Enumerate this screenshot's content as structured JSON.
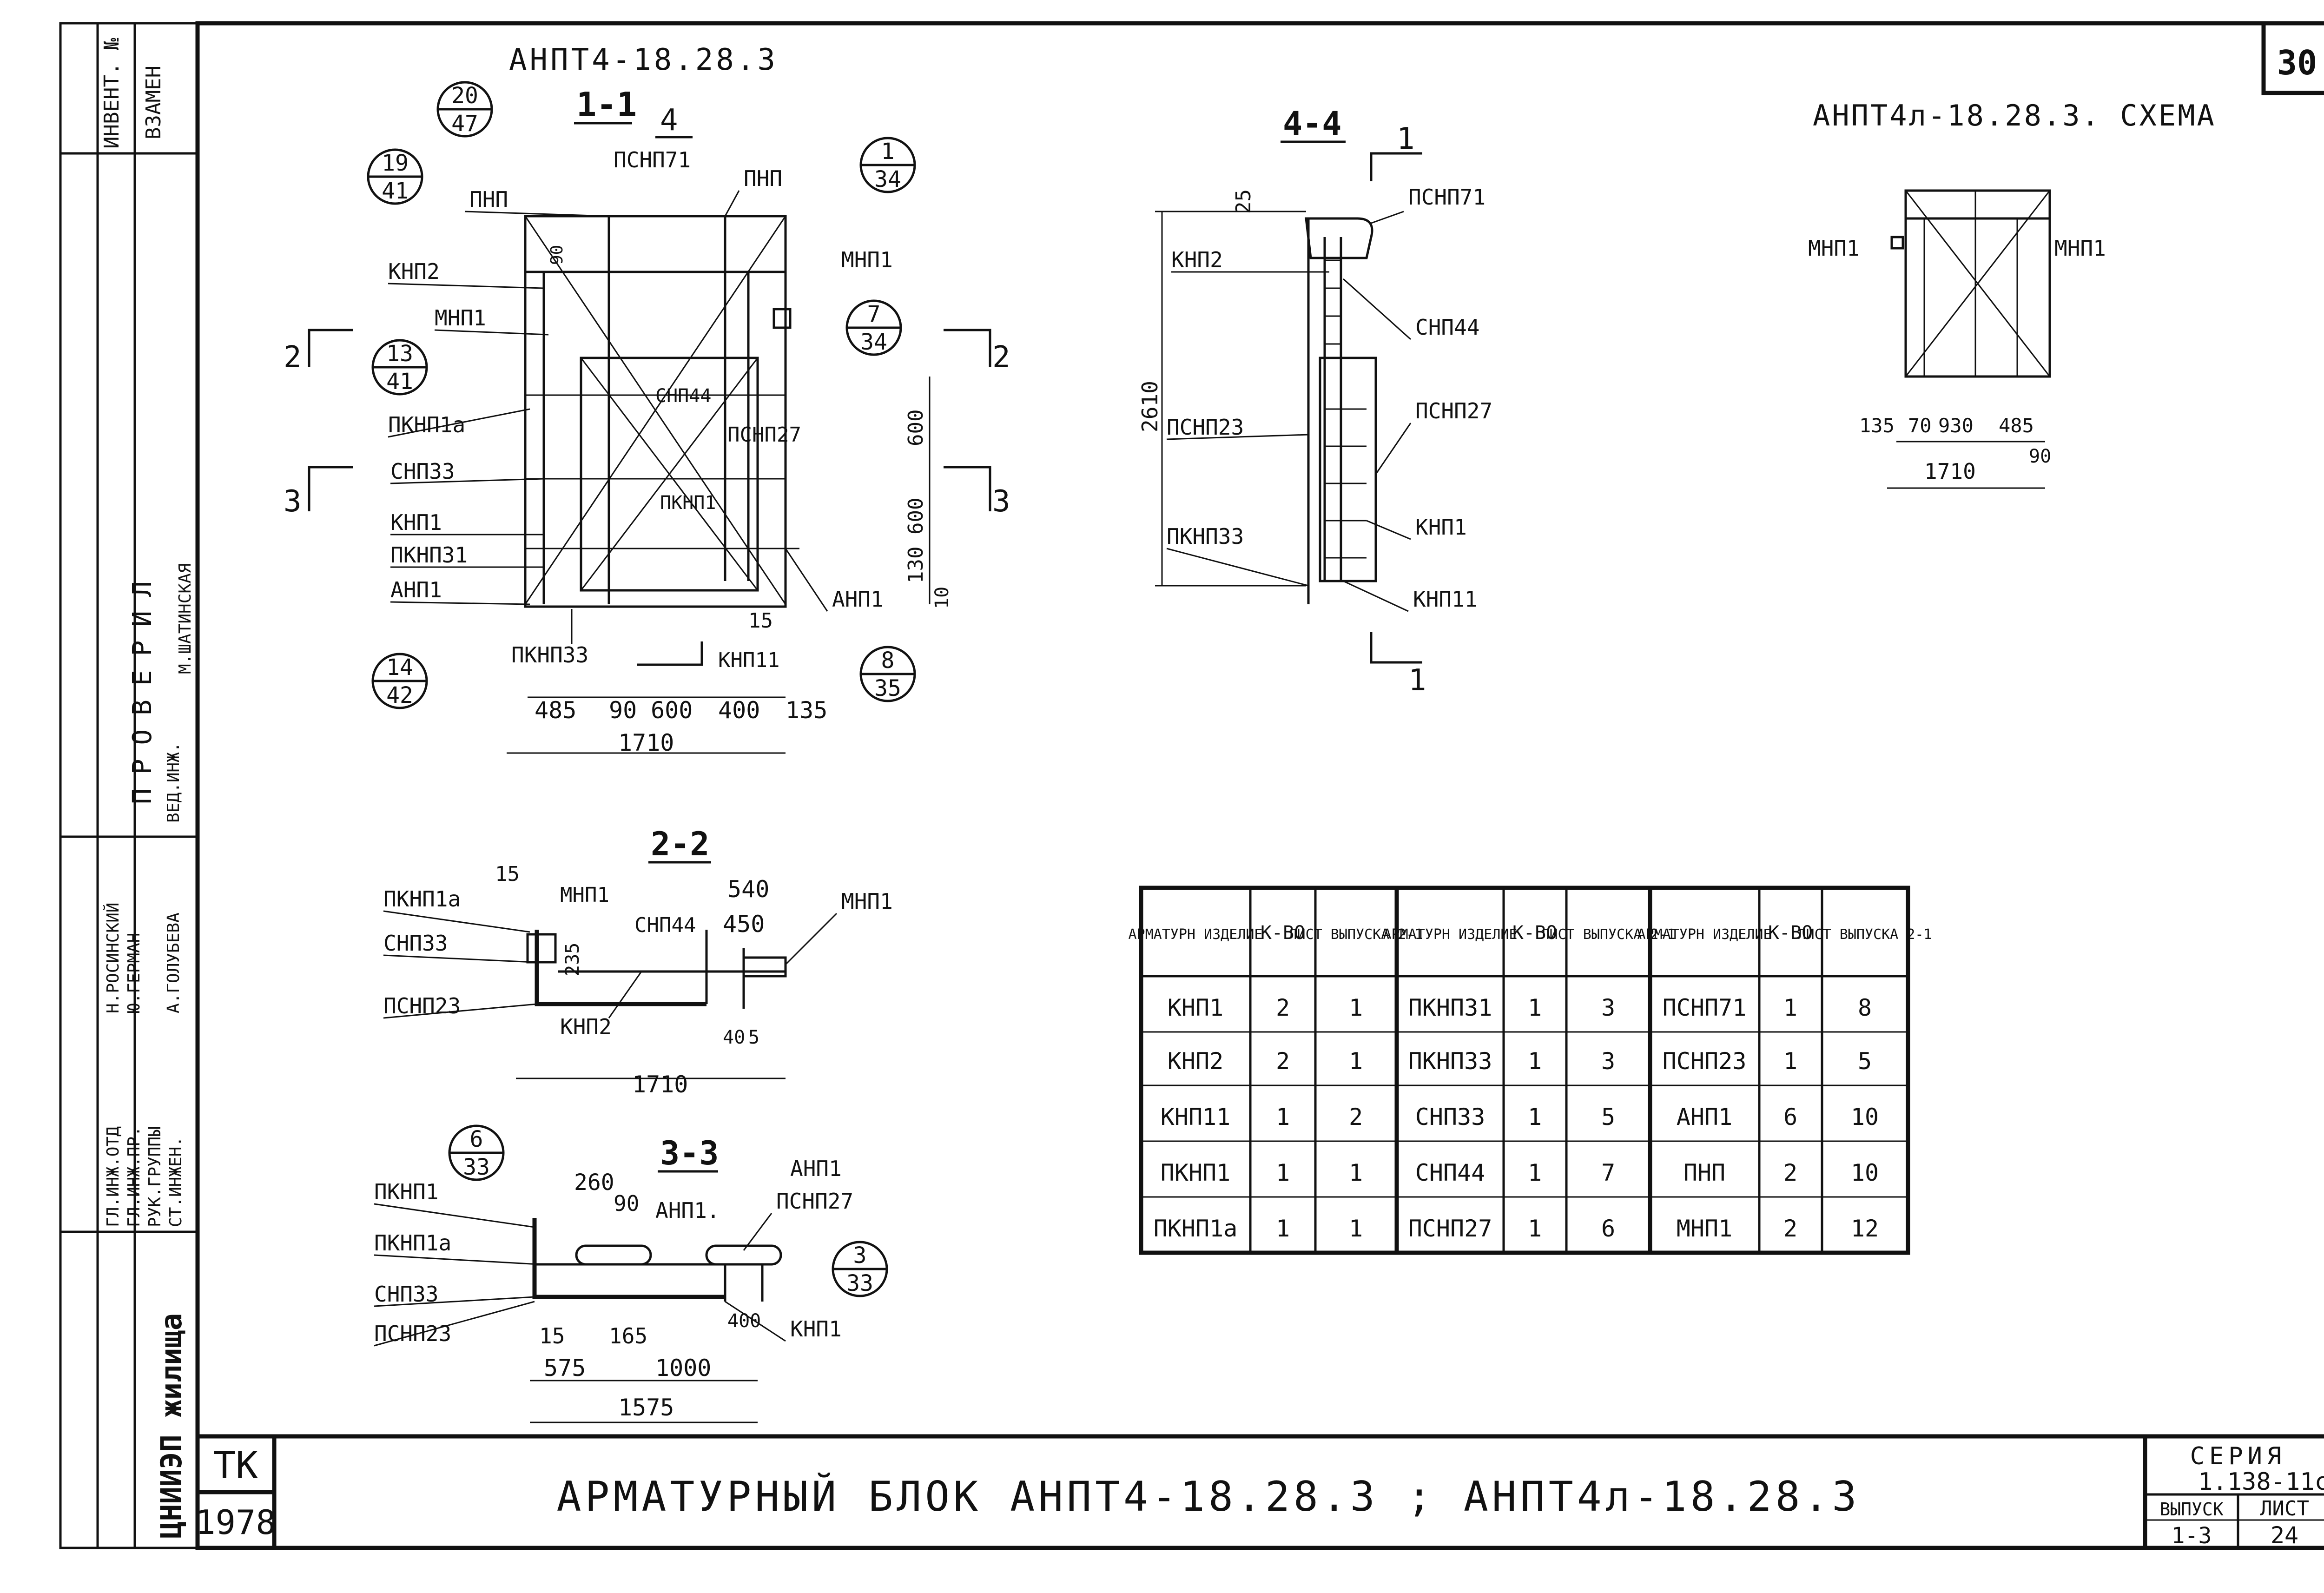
{
  "sheet_number": "30",
  "main_title": "АРМАТУРНЫЙ БЛОК АНПТ4-18.28.3 ; АНПТ4л-18.28.3",
  "title_block": {
    "tk": "ТК",
    "year": "1978",
    "series_label": "СЕРИЯ",
    "series_value": "1.138-11с",
    "issue_label": "ВЫПУСК",
    "issue_value": "1-3",
    "sheet_label": "ЛИСТ",
    "sheet_value": "24",
    "org": "ЦНИИЭП жилища"
  },
  "side_stamp": {
    "inv": "ИНВЕНТ. №",
    "zamen": "ВЗАМЕН",
    "proveril": "ПРОВЕРИЛ",
    "roles": [
      "ГЛ.ИНЖ.ОТД",
      "ГЛ.ИНЖ.ПР.",
      "РУК.ГРУППЫ",
      "СТ.ИНЖЕН."
    ],
    "names": [
      "Н.РОСИНСКИЙ",
      "Ю.ГЕРМАН",
      "А.ГОЛУБЕВА",
      "М.ШАТИНСКАЯ"
    ],
    "ved": "ВЕД.ИНЖ."
  },
  "view_main": {
    "title": "АНПТ4-18.28.3",
    "section": "1-1",
    "cut_mark": "4",
    "section_marks": [
      "2",
      "2",
      "3",
      "3"
    ],
    "bubbles": [
      {
        "top": "20",
        "bottom": "47"
      },
      {
        "top": "19",
        "bottom": "41"
      },
      {
        "top": "1",
        "bottom": "34"
      },
      {
        "top": "13",
        "bottom": "41"
      },
      {
        "top": "7",
        "bottom": "34"
      },
      {
        "top": "14",
        "bottom": "42"
      },
      {
        "top": "8",
        "bottom": "35"
      }
    ],
    "labels": [
      "ПНП",
      "ПСНП71",
      "ПНП",
      "КНП2",
      "МНП1",
      "МНП1",
      "ПКНП1а",
      "СНП33",
      "КНП1",
      "ПКНП31",
      "АНП1",
      "СНП44",
      "ПСНП27",
      "ПКНП1",
      "ПКНП33",
      "КНП11",
      "АНП1"
    ],
    "dims_bottom": [
      "485",
      "90",
      "600",
      "400",
      "135"
    ],
    "overall": "1710",
    "dims_right": [
      "600",
      "600",
      "130",
      "10"
    ],
    "dim_top": "90",
    "dim_15": "15"
  },
  "view_44": {
    "title": "4-4",
    "cut_mark": "1",
    "labels": [
      "ПСНП71",
      "КНП2",
      "СНП44",
      "ПСНП27",
      "ПСНП23",
      "КНП1",
      "ПКНП33",
      "КНП11"
    ],
    "dim_height": "2610",
    "dim_top": "25"
  },
  "view_scheme": {
    "title": "АНПТ4л-18.28.3. СХЕМА",
    "labels": [
      "МНП1",
      "МНП1"
    ],
    "dims": [
      "135",
      "70",
      "930",
      "485",
      "90"
    ],
    "overall": "1710"
  },
  "view_22": {
    "title": "2-2",
    "labels": [
      "ПКНП1а",
      "МНП1",
      "СНП44",
      "МНП1",
      "СНП33",
      "ПСНП23",
      "КНП2"
    ],
    "dims": [
      "15",
      "540",
      "450",
      "235",
      "40",
      "5"
    ],
    "overall": "1710"
  },
  "view_33": {
    "title": "3-3",
    "bubbles": [
      {
        "top": "6",
        "bottom": "33"
      },
      {
        "top": "3",
        "bottom": "33"
      }
    ],
    "labels": [
      "ПКНП1",
      "АНП1.",
      "АНП1",
      "ПСНП27",
      "ПКНП1а",
      "СНП33",
      "ПСНП23",
      "КНП1"
    ],
    "dims": [
      "260",
      "90",
      "15",
      "165",
      "400",
      "575",
      "1000"
    ],
    "overall": "1575"
  },
  "table": {
    "headers": [
      "АРМАТУРН ИЗДЕЛИЕ",
      "К-ВО",
      "ЛИСТ ВЫПУСКА 2-1",
      "АРМАТУРН ИЗДЕЛИЕ",
      "К-ВО",
      "ЛИСТ ВЫПУСКА 2-1",
      "АРМАТУРН ИЗДЕЛИЕ",
      "К-ВО",
      "ЛИСТ ВЫПУСКА 2-1"
    ],
    "rows": [
      [
        "КНП1",
        "2",
        "1",
        "ПКНП31",
        "1",
        "3",
        "ПСНП71",
        "1",
        "8"
      ],
      [
        "КНП2",
        "2",
        "1",
        "ПКНП33",
        "1",
        "3",
        "ПСНП23",
        "1",
        "5"
      ],
      [
        "КНП11",
        "1",
        "2",
        "СНП33",
        "1",
        "5",
        "АНП1",
        "6",
        "10"
      ],
      [
        "ПКНП1",
        "1",
        "1",
        "СНП44",
        "1",
        "7",
        "ПНП",
        "2",
        "10"
      ],
      [
        "ПКНП1а",
        "1",
        "1",
        "ПСНП27",
        "1",
        "6",
        "МНП1",
        "2",
        "12"
      ]
    ]
  }
}
